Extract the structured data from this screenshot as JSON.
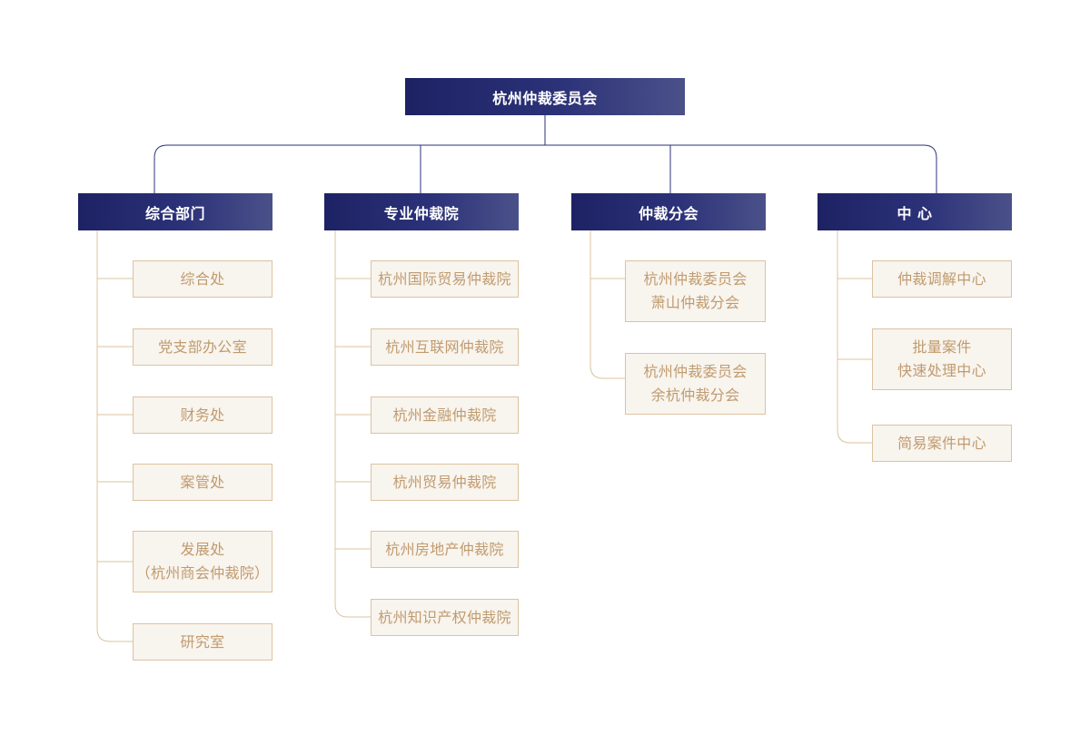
{
  "root": {
    "label": "杭州仲裁委员会"
  },
  "departments": [
    {
      "label": "综合部门",
      "units": [
        "综合处",
        "党支部办公室",
        "财务处",
        "案管处",
        "发展处\n（杭州商会仲裁院）",
        "研究室"
      ]
    },
    {
      "label": "专业仲裁院",
      "units": [
        "杭州国际贸易仲裁院",
        "杭州互联网仲裁院",
        "杭州金融仲裁院",
        "杭州贸易仲裁院",
        "杭州房地产仲裁院",
        "杭州知识产权仲裁院"
      ]
    },
    {
      "label": "仲裁分会",
      "units": [
        "杭州仲裁委员会\n萧山仲裁分会",
        "杭州仲裁委员会\n余杭仲裁分会"
      ]
    },
    {
      "label": "中  心",
      "units": [
        "仲裁调解中心",
        "批量案件\n快速处理中心",
        "简易案件中心"
      ]
    }
  ],
  "colors": {
    "header_start": "#1d2264",
    "header_end": "#4a5189",
    "connector_top": "#2c3278",
    "connector_branch": "#dcc3a0",
    "unit_fill": "#f8f4ee",
    "unit_text": "#c09b6e"
  }
}
